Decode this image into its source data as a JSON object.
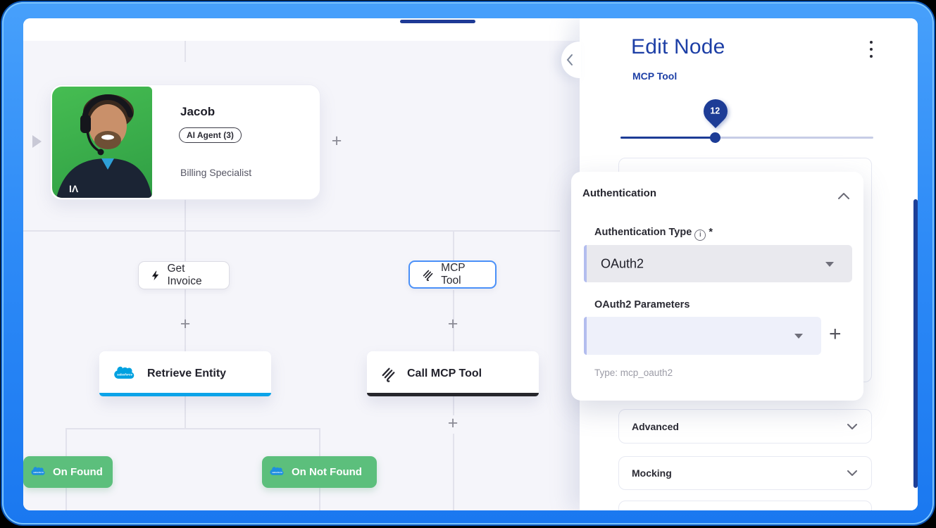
{
  "canvas": {
    "plus_glyph": "+",
    "agent_card": {
      "name": "Jacob",
      "badge": "AI Agent (3)",
      "role": "Billing Specialist",
      "avatar_logo": "IΛ"
    },
    "nodes": {
      "get_invoice": {
        "label": "Get Invoice",
        "icon": "lightning-bolt-icon"
      },
      "mcp_tool": {
        "label": "MCP Tool",
        "icon": "mcp-scribble-icon"
      },
      "retrieve_entity": {
        "label": "Retrieve Entity",
        "icon": "salesforce-icon",
        "accent_color": "#0ba3e9"
      },
      "call_mcp_tool": {
        "label": "Call MCP Tool",
        "icon": "mcp-scribble-icon",
        "accent_color": "#26262c"
      },
      "on_found": {
        "label": "On Found",
        "icon": "salesforce-icon",
        "color": "#5cbf7c"
      },
      "on_not_found": {
        "label": "On Not Found",
        "icon": "salesforce-icon",
        "color": "#5cbf7c"
      }
    }
  },
  "panel": {
    "title": "Edit Node",
    "subtitle": "MCP Tool",
    "slider": {
      "value": "12"
    },
    "sections": {
      "authentication": {
        "title": "Authentication",
        "auth_type_label": "Authentication Type",
        "required_mark": "*",
        "auth_type_value": "OAuth2",
        "params_label": "OAuth2 Parameters",
        "params_value": "",
        "helper": "Type: mcp_oauth2",
        "add_glyph": "+"
      },
      "advanced": {
        "title": "Advanced"
      },
      "mocking": {
        "title": "Mocking"
      }
    }
  },
  "colors": {
    "frame_blue": "#2e8bf7",
    "navy_accent": "#1d3fa6",
    "salesforce_blue": "#00A1E0",
    "success_green": "#5cbf7c"
  }
}
